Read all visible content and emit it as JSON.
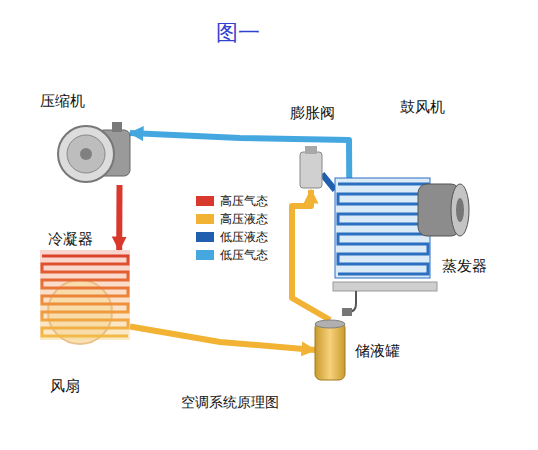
{
  "diagram": {
    "title": "图一",
    "caption": "空调系统原理图",
    "nodes": [
      {
        "text": [
          "压缩机"
        ]
      },
      {
        "text": [
          "膨胀阀"
        ]
      },
      {
        "text": [
          "鼓风机"
        ]
      },
      {
        "text": [
          "冷凝器"
        ]
      },
      {
        "text": [
          "蒸发器"
        ]
      },
      {
        "text": [
          "风扇"
        ]
      },
      {
        "text": [
          "储液罐"
        ]
      }
    ],
    "edges": [
      {
        "from": 0,
        "to": 3,
        "arrow": "to"
      },
      {
        "from": 3,
        "to": 6,
        "arrow": "to"
      },
      {
        "from": 6,
        "to": 1,
        "arrow": "to"
      },
      {
        "from": 1,
        "to": 4,
        "arrow": "none"
      },
      {
        "from": 4,
        "to": 0,
        "arrow": "to"
      }
    ],
    "legend": [
      {
        "text": "高压气态",
        "color": "#d9382c"
      },
      {
        "text": "高压液态",
        "color": "#f2b233"
      },
      {
        "text": "低压液态",
        "color": "#1f5fae"
      },
      {
        "text": "低压气态",
        "color": "#45a7e0"
      }
    ]
  }
}
